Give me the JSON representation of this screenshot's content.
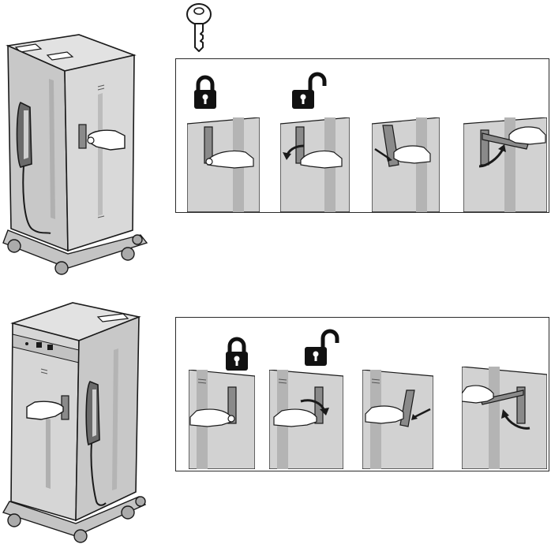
{
  "document": {
    "colors": {
      "cabinet_light": "#d7d7d7",
      "cabinet_mid": "#bdbdbd",
      "cabinet_dark": "#9e9e9e",
      "line": "#1a1a1a",
      "panel_bg": "#d2d2d2",
      "panel_stripe": "#b4b4b4",
      "icon_black": "#111111"
    },
    "icons": {
      "key": "key-icon",
      "locked": "padlock-locked-icon",
      "unlocked": "padlock-unlocked-icon",
      "rotate": "curved-arrow-icon",
      "push": "straight-arrow-icon"
    },
    "sections": [
      {
        "name": "section-top",
        "steps": 4,
        "handle_side": "right"
      },
      {
        "name": "section-bottom",
        "steps": 4,
        "handle_side": "left"
      }
    ]
  }
}
